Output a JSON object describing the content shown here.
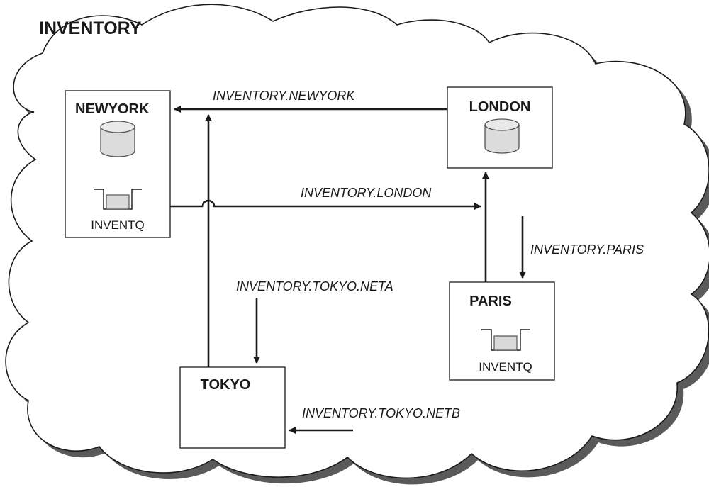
{
  "cluster": {
    "name": "INVENTORY"
  },
  "nodes": {
    "newyork": {
      "name": "NEWYORK",
      "icon": "database-icon",
      "queue_label": "INVENTQ"
    },
    "london": {
      "name": "LONDON",
      "icon": "database-icon"
    },
    "paris": {
      "name": "PARIS",
      "queue_label": "INVENTQ"
    },
    "tokyo": {
      "name": "TOKYO"
    }
  },
  "channels": {
    "to_newyork": "INVENTORY.NEWYORK",
    "to_london": "INVENTORY.LONDON",
    "to_paris": "INVENTORY.PARIS",
    "to_tokyo_neta": "INVENTORY.TOKYO.NETA",
    "to_tokyo_netb": "INVENTORY.TOKYO.NETB"
  },
  "colors": {
    "line": "#1a1a1a",
    "cylinder_fill": "#dcdcdc",
    "queue_fill": "#d9d9d9",
    "cloud_shadow": "#5a5a5a"
  }
}
